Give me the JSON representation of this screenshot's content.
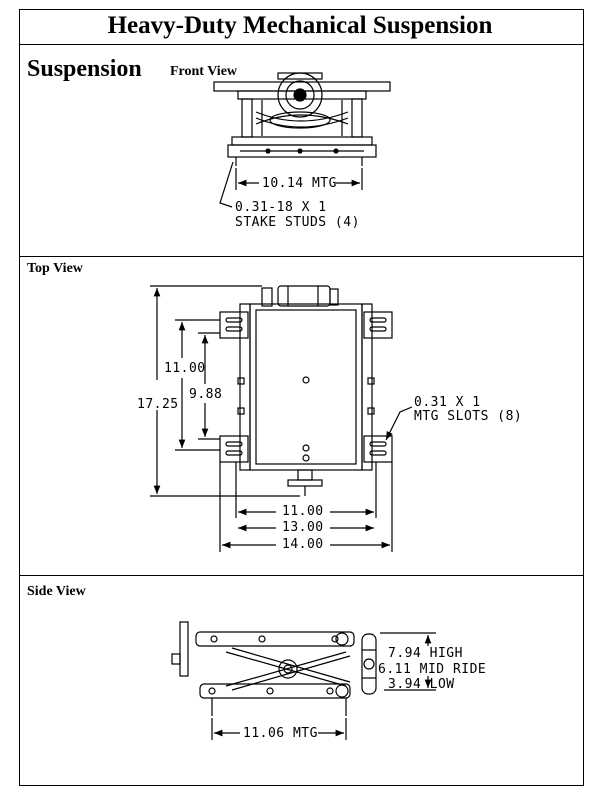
{
  "title": "Heavy-Duty Mechanical Suspension",
  "front": {
    "heading": "Suspension",
    "subheading": "Front View",
    "mtg": "10.14 MTG",
    "stud_line1": "0.31-18 X 1",
    "stud_line2": "STAKE STUDS (4)"
  },
  "top": {
    "heading": "Top View",
    "d_1100_v": "11.00",
    "d_988": "9.88",
    "d_1725": "17.25",
    "slot_line1": "0.31 X 1",
    "slot_line2": "MTG SLOTS (8)",
    "d_1100_h": "11.00",
    "d_1300": "13.00",
    "d_1400": "14.00"
  },
  "side": {
    "heading": "Side View",
    "high": "7.94 HIGH",
    "mid": "6.11 MID RIDE",
    "low": "3.94 LOW",
    "mtg": "11.06 MTG"
  }
}
